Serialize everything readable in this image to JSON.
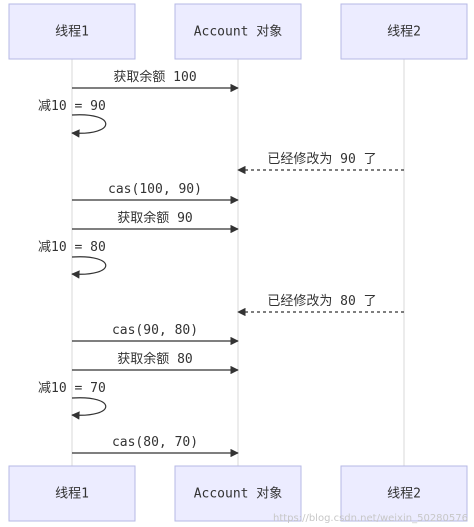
{
  "participants": [
    {
      "id": "t1",
      "label": "线程1"
    },
    {
      "id": "acct",
      "label": "Account 对象"
    },
    {
      "id": "t2",
      "label": "线程2"
    }
  ],
  "messages": [
    {
      "from": "t1",
      "to": "acct",
      "label": "获取余额 100",
      "style": "solid"
    },
    {
      "from": "t1",
      "to": "t1",
      "label": "减10 = 90",
      "style": "self"
    },
    {
      "from": "t2",
      "to": "acct",
      "label": "已经修改为 90 了",
      "style": "dashed"
    },
    {
      "from": "t1",
      "to": "acct",
      "label": "cas(100, 90)",
      "style": "solid"
    },
    {
      "from": "t1",
      "to": "acct",
      "label": "获取余额 90",
      "style": "solid"
    },
    {
      "from": "t1",
      "to": "t1",
      "label": "减10 = 80",
      "style": "self"
    },
    {
      "from": "t2",
      "to": "acct",
      "label": "已经修改为 80 了",
      "style": "dashed"
    },
    {
      "from": "t1",
      "to": "acct",
      "label": "cas(90, 80)",
      "style": "solid"
    },
    {
      "from": "t1",
      "to": "acct",
      "label": "获取余额 80",
      "style": "solid"
    },
    {
      "from": "t1",
      "to": "t1",
      "label": "减10 = 70",
      "style": "self"
    },
    {
      "from": "t1",
      "to": "acct",
      "label": "cas(80, 70)",
      "style": "solid"
    }
  ],
  "colors": {
    "participant_fill": "#ececff",
    "participant_border": "#b6b8e6",
    "line": "#333333",
    "lifeline": "#d9d9d9"
  },
  "watermark": "https://blog.csdn.net/weixin_50280576"
}
